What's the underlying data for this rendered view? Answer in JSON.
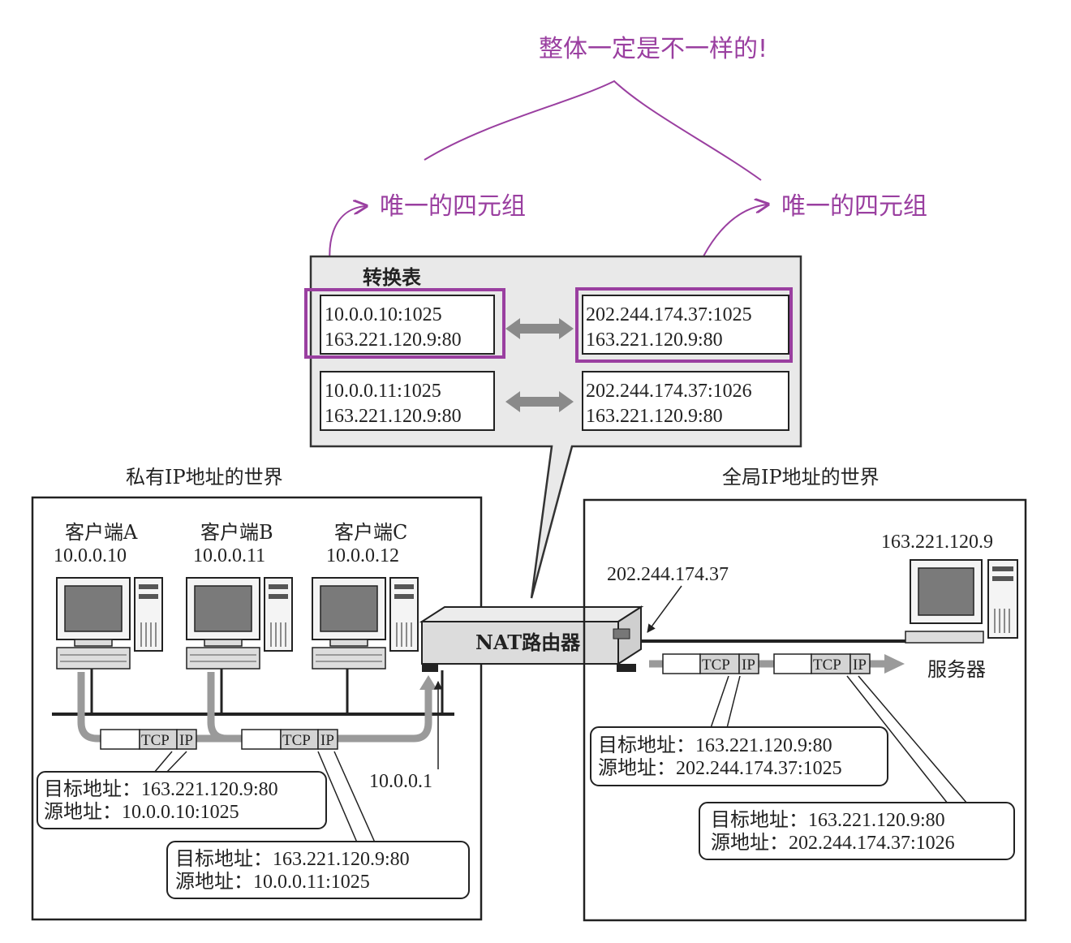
{
  "colors": {
    "annotation": "#9a3fa0",
    "ink": "#222222",
    "table_bg": "#e9e9e9",
    "highlight_box": "#9a3fa0"
  },
  "annotations": {
    "top_note": "整体一定是不一样的!",
    "left_note": "唯一的四元组",
    "right_note": "唯一的四元组"
  },
  "table": {
    "title": "转换表",
    "rows": [
      {
        "private_line1": "10.0.0.10:1025",
        "private_line2": "163.221.120.9:80",
        "global_line1": "202.244.174.37:1025",
        "global_line2": "163.221.120.9:80"
      },
      {
        "private_line1": "10.0.0.11:1025",
        "private_line2": "163.221.120.9:80",
        "global_line1": "202.244.174.37:1026",
        "global_line2": "163.221.120.9:80"
      }
    ]
  },
  "private_world": {
    "title": "私有IP地址的世界",
    "clients": [
      {
        "name": "客户端A",
        "ip": "10.0.0.10"
      },
      {
        "name": "客户端B",
        "ip": "10.0.0.11"
      },
      {
        "name": "客户端C",
        "ip": "10.0.0.12"
      }
    ],
    "gateway_ip": "10.0.0.1",
    "packet_labels": {
      "tcp": "TCP",
      "ip": "IP"
    },
    "callouts": [
      {
        "dest": "目标地址：163.221.120.9:80",
        "src": "源地址：10.0.0.10:1025"
      },
      {
        "dest": "目标地址：163.221.120.9:80",
        "src": "源地址：10.0.0.11:1025"
      }
    ]
  },
  "router": {
    "label": "NAT路由器"
  },
  "global_world": {
    "title": "全局IP地址的世界",
    "router_ip": "202.244.174.37",
    "server_ip": "163.221.120.9",
    "server_label": "服务器",
    "callouts": [
      {
        "dest": "目标地址：163.221.120.9:80",
        "src": "源地址：202.244.174.37:1025"
      },
      {
        "dest": "目标地址：163.221.120.9:80",
        "src": "源地址：202.244.174.37:1026"
      }
    ]
  }
}
